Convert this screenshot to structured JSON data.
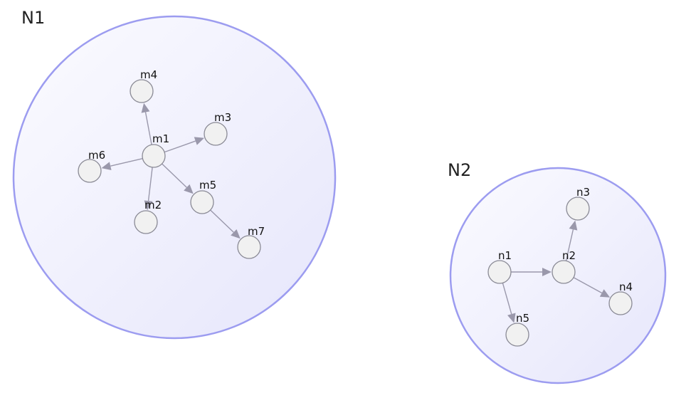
{
  "groups": [
    {
      "title": "N1",
      "nodes": [
        "m1",
        "m2",
        "m3",
        "m4",
        "m5",
        "m6",
        "m7"
      ],
      "edges": [
        [
          "m1",
          "m4"
        ],
        [
          "m1",
          "m3"
        ],
        [
          "m1",
          "m6"
        ],
        [
          "m1",
          "m2"
        ],
        [
          "m1",
          "m5"
        ],
        [
          "m5",
          "m7"
        ]
      ]
    },
    {
      "title": "N2",
      "nodes": [
        "n1",
        "n2",
        "n3",
        "n4",
        "n5"
      ],
      "edges": [
        [
          "n1",
          "n2"
        ],
        [
          "n2",
          "n3"
        ],
        [
          "n2",
          "n4"
        ],
        [
          "n1",
          "n5"
        ]
      ]
    }
  ],
  "colors": {
    "cluster_stroke": "#9c9cf0",
    "cluster_fill_light": "#fbfbff",
    "cluster_fill_dark": "#e6e6fb",
    "node_fill": "#f1f1f1",
    "node_stroke": "#8a8a95",
    "edge": "#9a98ab"
  }
}
